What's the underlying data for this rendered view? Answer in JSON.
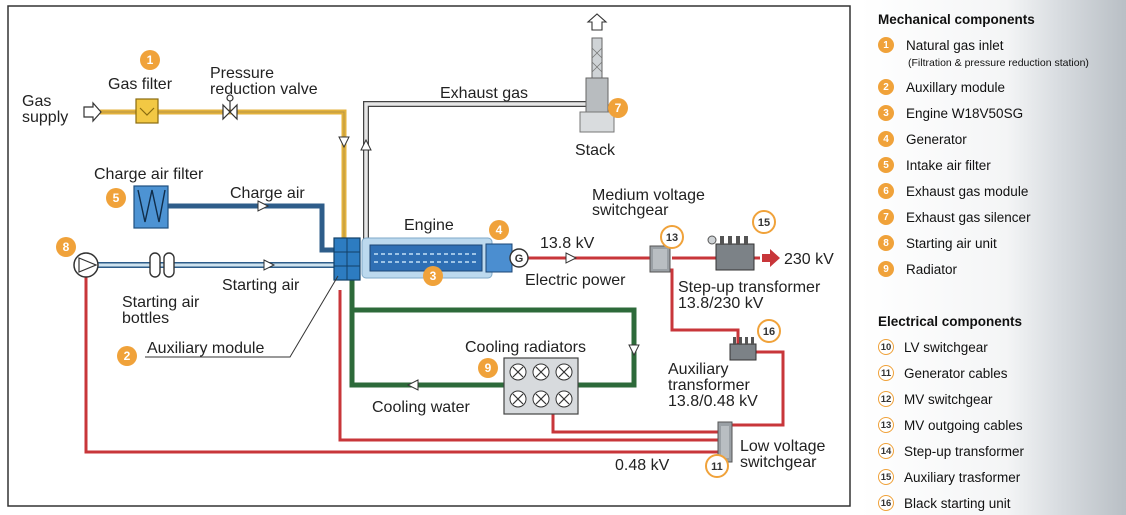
{
  "diagram": {
    "gas_supply": "Gas\nsupply",
    "gas_filter": "Gas filter",
    "pressure_valve": "Pressure\nreduction valve",
    "exhaust_gas": "Exhaust gas",
    "stack": "Stack",
    "charge_air_filter": "Charge air filter",
    "charge_air": "Charge air",
    "engine": "Engine",
    "medium_voltage": "Medium voltage\nswitchgear",
    "kv_13_8": "13.8 kV",
    "kv_230": "230 kV",
    "electric_power": "Electric power",
    "step_up": "Step-up transformer\n13.8/230 kV",
    "starting_air": "Starting air",
    "starting_air_bottles": "Starting air\nbottles",
    "auxiliary_module": "Auxiliary module",
    "cooling_radiators": "Cooling radiators",
    "cooling_water": "Cooling water",
    "aux_transformer": "Auxiliary\ntransformer\n13.8/0.48 kV",
    "low_voltage": "Low voltage\nswitchgear",
    "kv_048": "0.48 kV",
    "generator_symbol": "G",
    "badges": [
      "1",
      "2",
      "3",
      "4",
      "5",
      "7",
      "8",
      "9",
      "11",
      "13",
      "15",
      "16"
    ]
  },
  "legend": {
    "mechanical_title": "Mechanical components",
    "mechanical": [
      {
        "num": "1",
        "label": "Natural gas inlet"
      },
      {
        "num": "2",
        "label": "Auxillary module"
      },
      {
        "num": "3",
        "label": "Engine W18V50SG"
      },
      {
        "num": "4",
        "label": "Generator"
      },
      {
        "num": "5",
        "label": "Intake air filter"
      },
      {
        "num": "6",
        "label": "Exhaust gas module"
      },
      {
        "num": "7",
        "label": "Exhaust gas silencer"
      },
      {
        "num": "8",
        "label": "Starting air unit"
      },
      {
        "num": "9",
        "label": "Radiator"
      }
    ],
    "mechanical_sub": "(Filtration & pressure reduction station)",
    "electrical_title": "Electrical components",
    "electrical": [
      {
        "num": "10",
        "label": "LV switchgear"
      },
      {
        "num": "11",
        "label": "Generator cables"
      },
      {
        "num": "12",
        "label": "MV switchgear"
      },
      {
        "num": "13",
        "label": "MV outgoing cables"
      },
      {
        "num": "14",
        "label": "Step-up transformer"
      },
      {
        "num": "15",
        "label": "Auxiliary trasformer"
      },
      {
        "num": "16",
        "label": "Black starting unit"
      }
    ]
  },
  "colors": {
    "gas_line": "#e3b23c",
    "air_line": "#2e5d8a",
    "water_line": "#2d6a3a",
    "electric_line": "#c8363a",
    "badge": "#f0a23a"
  }
}
